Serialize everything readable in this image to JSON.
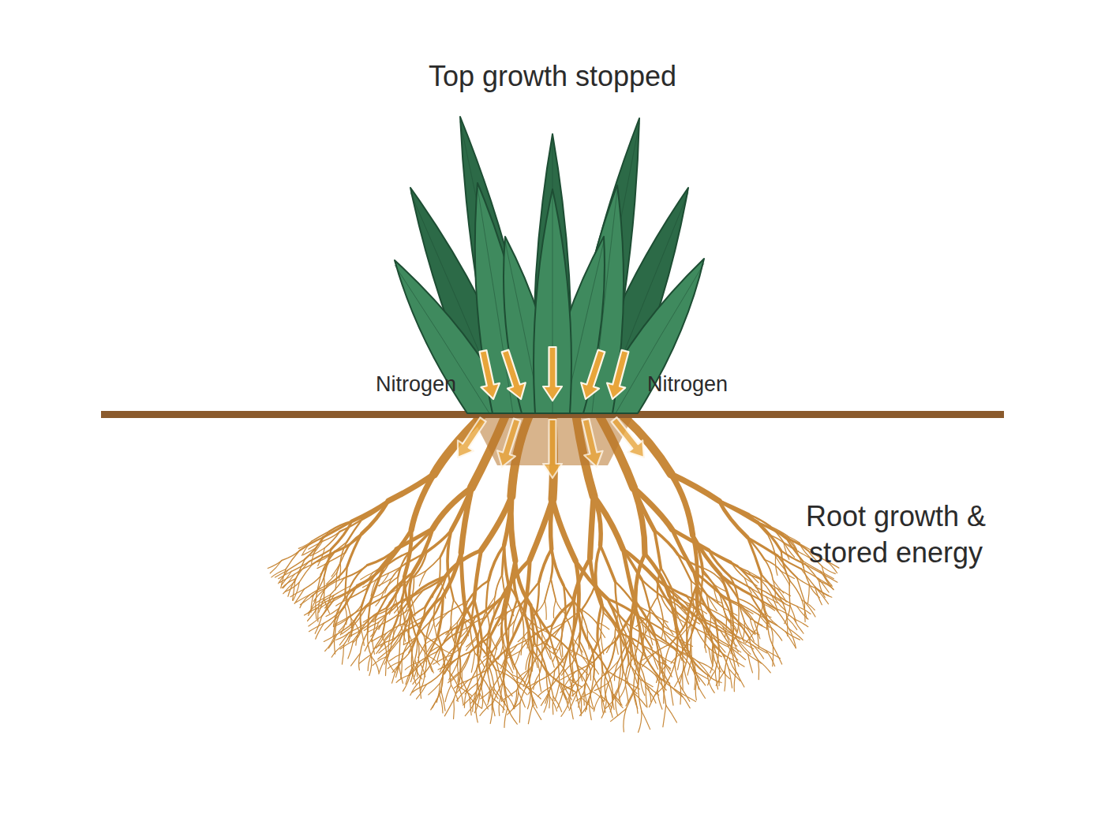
{
  "diagram": {
    "labels": [
      "Top growth stopped",
      "Nitrogen",
      "Nitrogen",
      "Root growth & stored energy"
    ]
  }
}
